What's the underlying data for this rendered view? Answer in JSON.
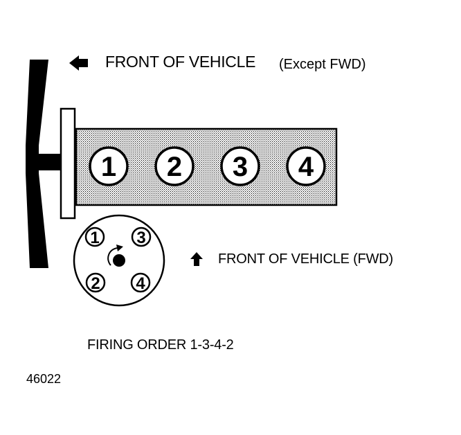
{
  "diagram": {
    "front_label": "FRONT OF VEHICLE",
    "front_label_qualifier": "(Except FWD)",
    "front_fwd_label": "FRONT OF VEHICLE (FWD)",
    "firing_order": "FIRING ORDER 1-3-4-2",
    "figure_number": "46022",
    "engine_cylinders": [
      "1",
      "2",
      "3",
      "4"
    ],
    "distributor_terminals": [
      "1",
      "3",
      "2",
      "4"
    ]
  }
}
